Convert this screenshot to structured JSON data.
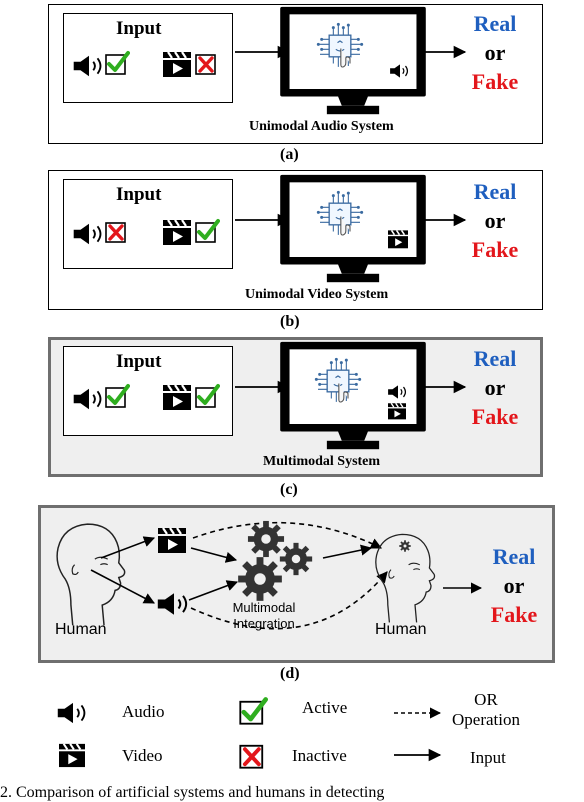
{
  "panels": {
    "a": {
      "input_label": "Input",
      "system_label": "Unimodal Audio System",
      "caption": "(a)",
      "audio_status": "active",
      "video_status": "inactive"
    },
    "b": {
      "input_label": "Input",
      "system_label": "Unimodal Video System",
      "caption": "(b)",
      "audio_status": "inactive",
      "video_status": "active"
    },
    "c": {
      "input_label": "Input",
      "system_label": "Multimodal System",
      "caption": "(c)",
      "audio_status": "active",
      "video_status": "active"
    },
    "d": {
      "left_label": "Human",
      "right_label": "Human",
      "integration_line1": "Multimodal",
      "integration_line2": "Integration",
      "caption": "(d)"
    }
  },
  "verdict": {
    "real": "Real",
    "or": "or",
    "fake": "Fake"
  },
  "legend": {
    "audio": "Audio",
    "video": "Video",
    "active": "Active",
    "inactive": "Inactive",
    "or_line1": "OR",
    "or_line2": "Operation",
    "input": "Input"
  },
  "footer_text": "2.   Comparison of artificial systems and humans in detecting",
  "colors": {
    "real": "#1f5fbf",
    "fake": "#e3161b",
    "check": "#2fae1f",
    "cross": "#e3161b",
    "panel_border": "#6f6f6f",
    "panel_bg": "#efefef"
  }
}
